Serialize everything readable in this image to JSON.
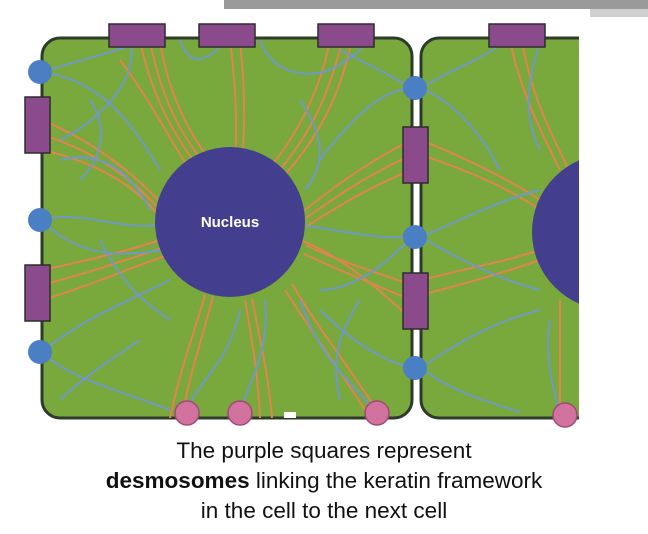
{
  "diagram": {
    "nucleus_label": "Nucleus"
  },
  "caption": {
    "line1": "The purple squares represent",
    "line2_bold": "desmosomes",
    "line2_rest": " linking the keratin framework",
    "line3": "in the cell to the next cell"
  },
  "colors": {
    "cell_fill": "#79a83c",
    "cell_border": "#2d3b2a",
    "nucleus": "#433f8e",
    "desmosome": "#8a4a8c",
    "hemidesmosome": "#4a7fc4",
    "pink_junction": "#d2739f",
    "keratin": "#e0854e",
    "microtubule": "#6e9ac4",
    "top_bar": "#9a9a9a"
  }
}
